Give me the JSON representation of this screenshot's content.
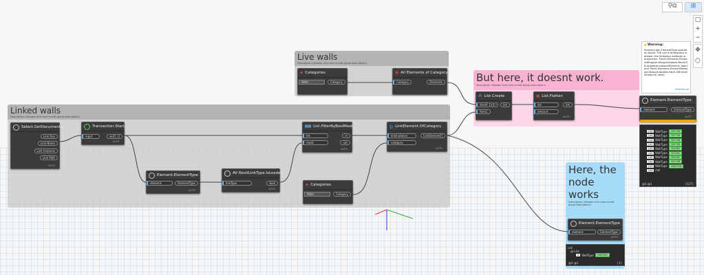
{
  "toolbar": {
    "view_icons": [
      "geometry-view-icon",
      "graph-view-icon"
    ],
    "zoom_in": "+",
    "zoom_out": "−"
  },
  "groups": {
    "linked": {
      "title": "Linked walls",
      "desc": "Description <Double click here to edit group description>"
    },
    "live": {
      "title": "Live walls",
      "desc": "Description <Double click here to edit group description>"
    },
    "pink": {
      "title": "But here, it doesnt work.",
      "desc": "Description <Double click here to edit group description>"
    },
    "blue": {
      "title": "Here, the node works",
      "desc": "Description <Double click here to edit group description>"
    }
  },
  "nodes": {
    "getdocs": {
      "title": "Select.GetDocuments",
      "outputs": [
        "Link Doc",
        "Link Name",
        "Link Instance",
        "Link Path"
      ]
    },
    "transaction": {
      "title": "Transaction.Start",
      "input": "input",
      "output": "var[]..[]"
    },
    "etype1": {
      "title": "Element.ElementType",
      "input": "element",
      "output": "ElementType"
    },
    "isloaded": {
      "title": "AV RevitLinkType.IsLoaded",
      "input": "linkType",
      "output": "bool"
    },
    "filter": {
      "title": "List.FilterByBoolMask",
      "inputs": [
        "list",
        "mask"
      ],
      "outputs": [
        "in",
        "out"
      ]
    },
    "linkcat": {
      "title": "LinkElement.OfCategory",
      "inputs": [
        "linkInstance",
        "category"
      ],
      "output": "LinkElement[]"
    },
    "cat1": {
      "title": "Categories",
      "value": "Walls",
      "output": "Category"
    },
    "cat2": {
      "title": "Categories",
      "value": "Walls",
      "output": "Category"
    },
    "allelems": {
      "title": "All Elements of Category",
      "input": "Category",
      "output": "Elements"
    },
    "listcreate": {
      "title": "List Create",
      "inputs": [
        "item0",
        "item1"
      ],
      "output": "list"
    },
    "flatten": {
      "title": "List.Flatten",
      "inputs": [
        "list",
        "amount"
      ],
      "output": "list"
    },
    "etype2": {
      "title": "Element.ElementType",
      "input": "element",
      "output": "ElementType"
    },
    "etype3": {
      "title": "Element.ElementType",
      "input": "element",
      "output": "ElementType"
    }
  },
  "auto_label": "AUTO",
  "warning": {
    "title": "Warning:",
    "text": "Element.get_ElementType operation failed. The call is ambiguous between the following methods or properties: 'Revit.Elements.ElementWrapper.Wrap(Autodesk.Revit.DB.AppearanceAssetElement, bool)' and 'Revit.Elements.ElementWrapper.Wrap(Autodesk.Revit.DB.FamilyInstance, bool)'",
    "dismiss": "Dismiss all"
  },
  "output_pink": {
    "rows": [
      {
        "idx": "List",
        "label": "WallType",
        "val": "352708"
      },
      {
        "idx": "List",
        "label": "WallType",
        "val": "352708"
      },
      {
        "idx": "List",
        "label": "WallType",
        "val": "352708"
      },
      {
        "idx": "List",
        "label": "WallType",
        "val": "352708"
      },
      {
        "idx": "List",
        "label": "WallType",
        "val": "352962"
      },
      {
        "idx": "List",
        "label": "WallType",
        "val": "352962"
      },
      {
        "idx": "List",
        "label": "WallType",
        "val": "352962"
      },
      {
        "idx": "List",
        "label": "WallType",
        "val": "352708"
      },
      {
        "idx": "List",
        "label": "WallType",
        "val": "2089318"
      },
      {
        "idx": "List",
        "label": "null",
        "val": ""
      }
    ],
    "footer_left": "@3 @1",
    "footer_right": "{127}"
  },
  "output_blue": {
    "head": "List",
    "sub": "@ List",
    "row": {
      "idx": "0",
      "label": "WallType",
      "val": "2089262"
    },
    "footer_left": "@3 @1",
    "footer_right": "{1}"
  }
}
